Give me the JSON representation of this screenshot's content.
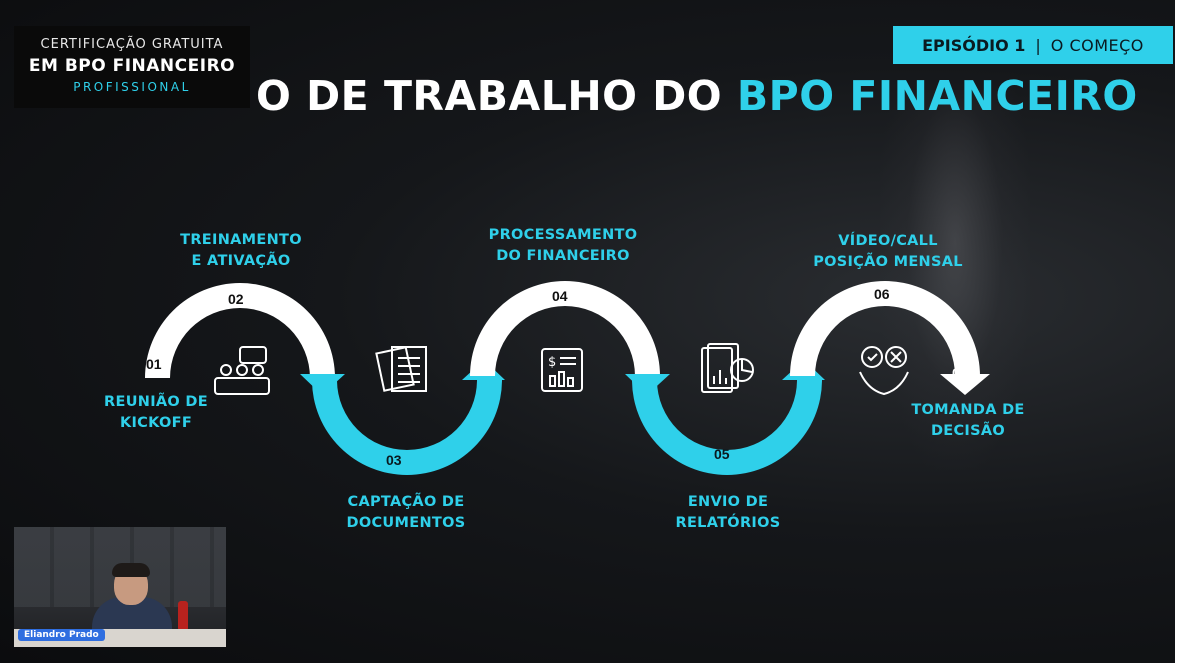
{
  "header": {
    "cert_line1": "CERTIFICAÇÃO GRATUITA",
    "cert_line2": "EM BPO FINANCEIRO",
    "cert_line3": "PROFISSIONAL",
    "episode_label": "EPISÓDIO 1",
    "episode_sep": "|",
    "episode_sub": "O COMEÇO"
  },
  "title": {
    "white": "O DE TRABALHO DO ",
    "accent": "BPO FINANCEIRO"
  },
  "steps": [
    {
      "num": "01",
      "label_1": "REUNIÃO DE",
      "label_2": "KICKOFF",
      "icon": "start-icon"
    },
    {
      "num": "02",
      "label_1": "TREINAMENTO",
      "label_2": "E ATIVAÇÃO",
      "icon": "meeting-icon"
    },
    {
      "num": "03",
      "label_1": "CAPTAÇÃO DE",
      "label_2": "DOCUMENTOS",
      "icon": "documents-icon"
    },
    {
      "num": "04",
      "label_1": "PROCESSAMENTO",
      "label_2": "DO FINANCEIRO",
      "icon": "calculator-icon"
    },
    {
      "num": "05",
      "label_1": "ENVIO DE",
      "label_2": "RELATÓRIOS",
      "icon": "report-chart-icon"
    },
    {
      "num": "06",
      "label_1": "VÍDEO/CALL",
      "label_2": "POSIÇÃO MENSAL",
      "icon": "hands-decision-icon"
    },
    {
      "num": "07",
      "label_1": "TOMANDA DE",
      "label_2": "DECISÃO",
      "icon": "arrow-down-icon"
    }
  ],
  "webcam": {
    "name": "Eliandro Prado"
  },
  "colors": {
    "accent": "#2fd0ea",
    "white": "#ffffff",
    "background": "#111315"
  }
}
